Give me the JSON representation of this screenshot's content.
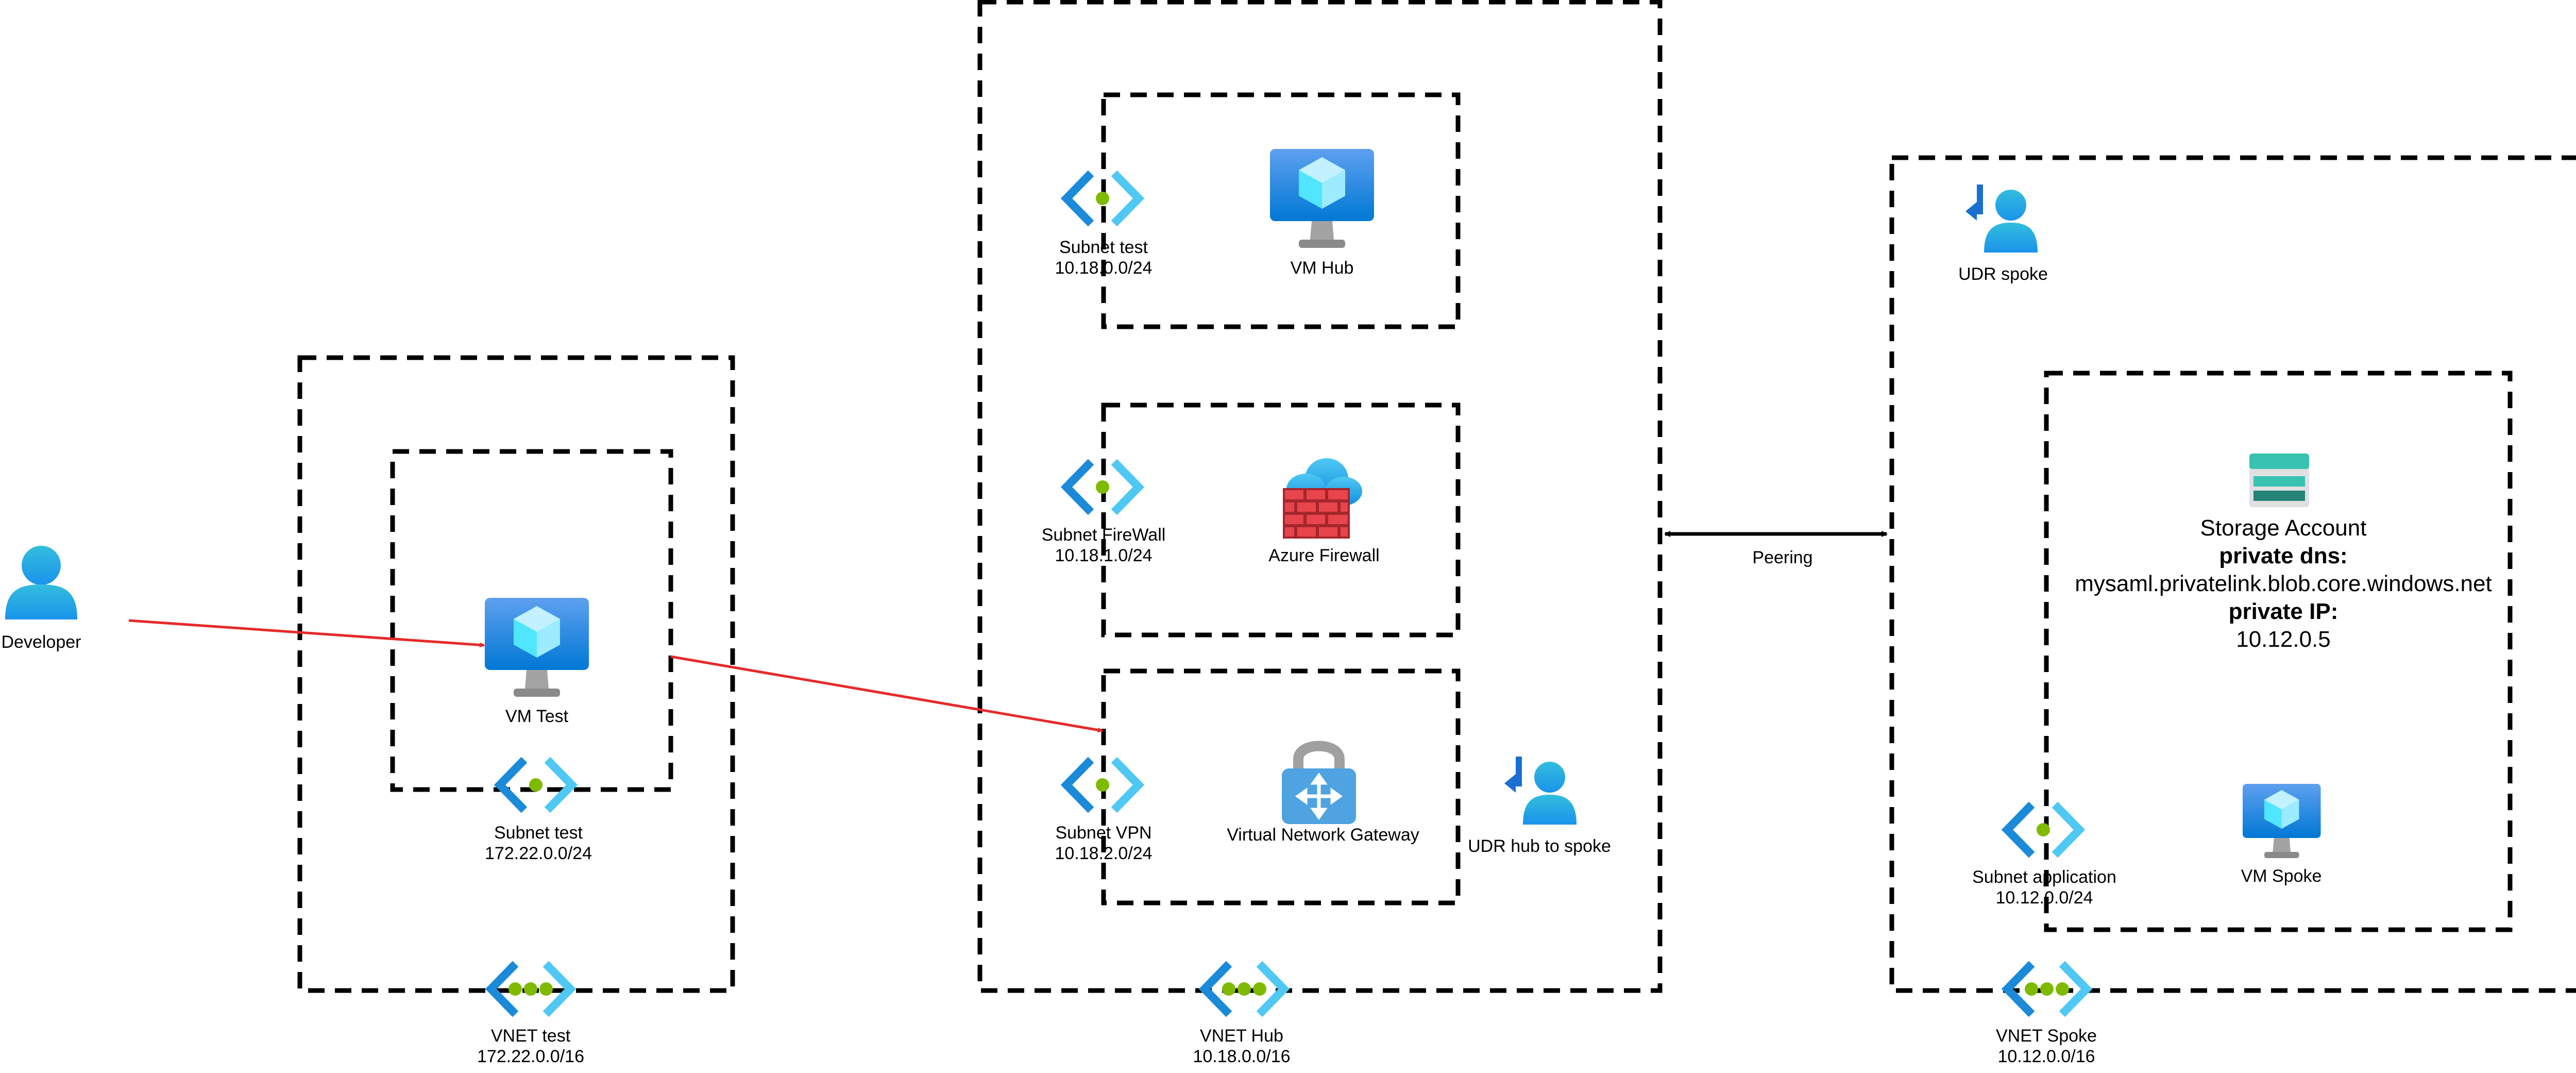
{
  "actors": {
    "developer": {
      "name": "Developer"
    }
  },
  "vnet_test": {
    "name": "VNET test",
    "cidr": "172.22.0.0/16",
    "subnet": {
      "name": "Subnet test",
      "cidr": "172.22.0.0/24"
    },
    "vm": {
      "name": "VM Test"
    }
  },
  "vnet_hub": {
    "name": "VNET Hub",
    "cidr": "10.18.0.0/16",
    "subnets": [
      {
        "name": "Subnet test",
        "cidr": "10.18.0.0/24",
        "resource": "VM Hub",
        "resource_icon": "virtual-machine-icon"
      },
      {
        "name": "Subnet FireWall",
        "cidr": "10.18.1.0/24",
        "resource": "Azure Firewall",
        "resource_icon": "azure-firewall-icon"
      },
      {
        "name": "Subnet VPN",
        "cidr": "10.18.2.0/24",
        "resource": "Virtual Network Gateway",
        "resource_icon": "virtual-network-gateway-icon"
      }
    ],
    "udr": {
      "name": "UDR hub to spoke"
    }
  },
  "peering": {
    "label": "Peering"
  },
  "vnet_spoke": {
    "name": "VNET Spoke",
    "cidr": "10.12.0.0/16",
    "udr": {
      "name": "UDR spoke"
    },
    "subnet": {
      "name": "Subnet application",
      "cidr": "10.12.0.0/24"
    },
    "storage": {
      "name": "Storage Account",
      "dns_label": "private dns:",
      "dns_value": "mysaml.privatelink.blob.core.windows.net",
      "ip_label": "private IP:",
      "ip_value": "10.12.0.5"
    },
    "vm": {
      "name": "VM Spoke"
    }
  },
  "colors": {
    "flow_arrow": "#e52a2a",
    "peering_arrow": "#000000",
    "azure_blue": "#1b8ad8",
    "azure_light_blue": "#50e6ff",
    "green_dot": "#7fba00"
  }
}
